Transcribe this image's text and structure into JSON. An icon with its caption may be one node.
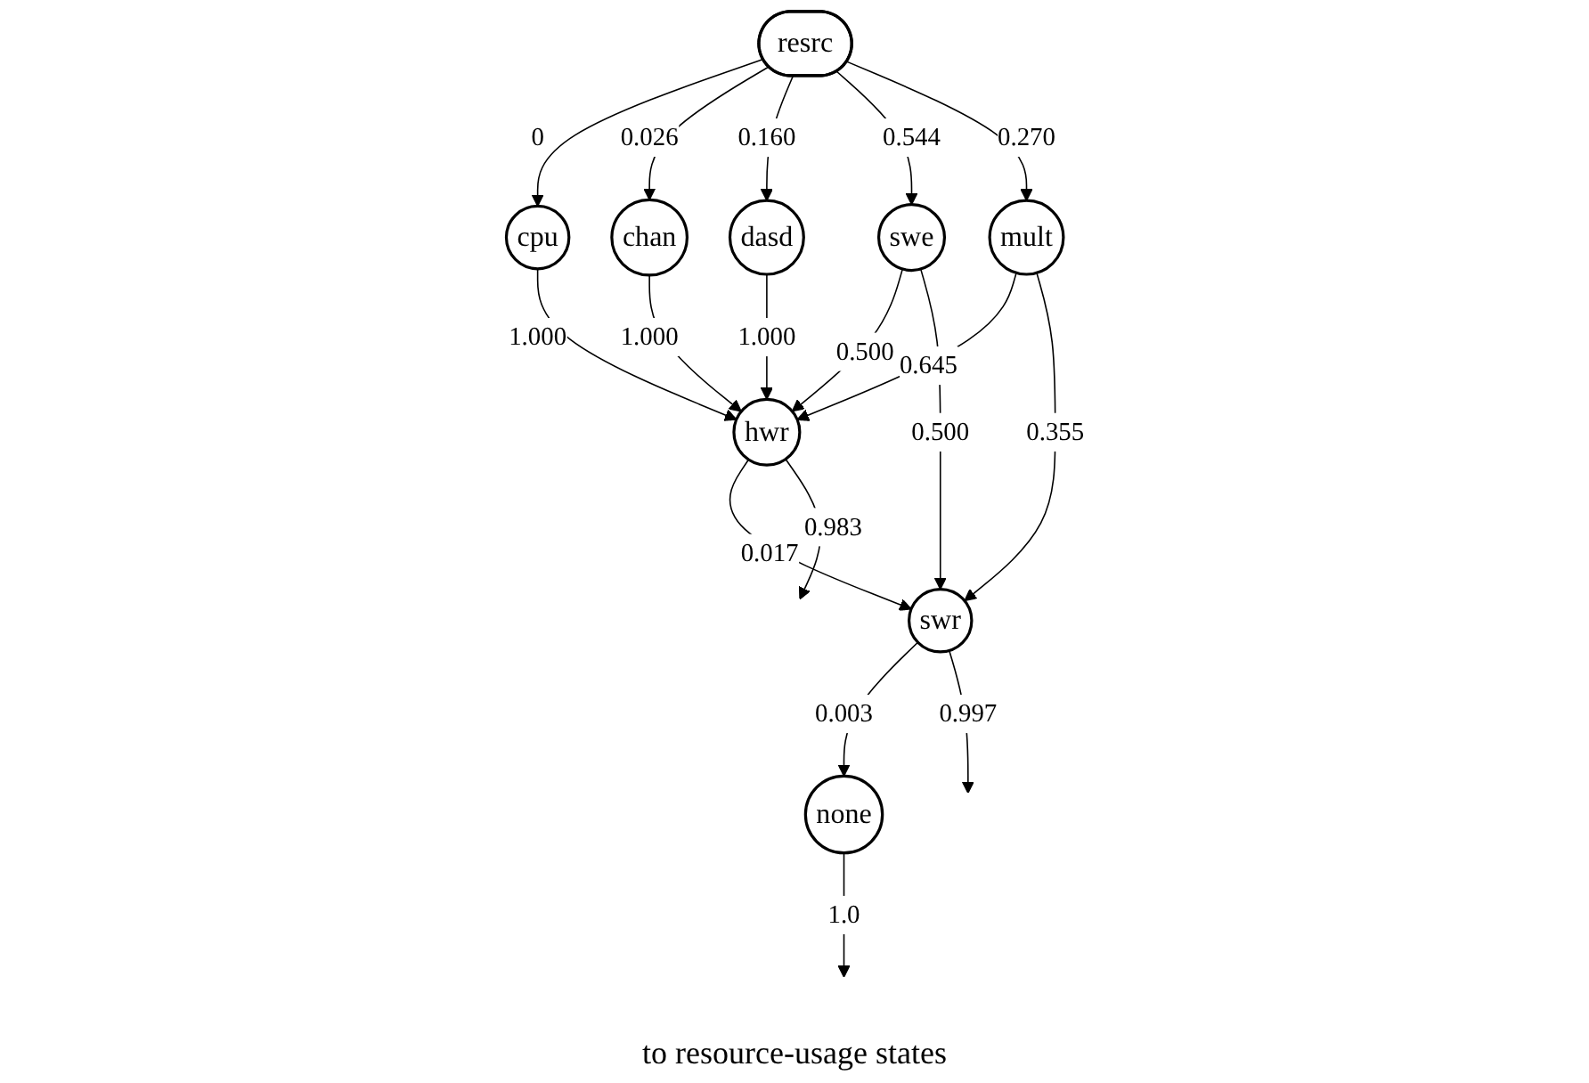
{
  "diagram": {
    "nodes": [
      {
        "text": [
          "resrc"
        ]
      },
      {
        "text": [
          "cpu"
        ]
      },
      {
        "text": [
          "chan"
        ]
      },
      {
        "text": [
          "dasd"
        ]
      },
      {
        "text": [
          "swe"
        ]
      },
      {
        "text": [
          "mult"
        ]
      },
      {
        "text": [
          "hwr"
        ]
      },
      {
        "text": [
          "swr"
        ]
      },
      {
        "text": [
          "none"
        ]
      }
    ],
    "edges": [
      {
        "from": 0,
        "to": 1,
        "arrow": "to",
        "label": "0"
      },
      {
        "from": 0,
        "to": 2,
        "arrow": "to",
        "label": "0.026"
      },
      {
        "from": 0,
        "to": 3,
        "arrow": "to",
        "label": "0.160"
      },
      {
        "from": 0,
        "to": 4,
        "arrow": "to",
        "label": "0.544"
      },
      {
        "from": 0,
        "to": 5,
        "arrow": "to",
        "label": "0.270"
      },
      {
        "from": 1,
        "to": 6,
        "arrow": "to",
        "label": "1.000"
      },
      {
        "from": 2,
        "to": 6,
        "arrow": "to",
        "label": "1.000"
      },
      {
        "from": 3,
        "to": 6,
        "arrow": "to",
        "label": "1.000"
      },
      {
        "from": 4,
        "to": 6,
        "arrow": "to",
        "label": "0.500"
      },
      {
        "from": 4,
        "to": 7,
        "arrow": "to",
        "label": "0.500"
      },
      {
        "from": 5,
        "to": 6,
        "arrow": "to",
        "label": "0.645"
      },
      {
        "from": 5,
        "to": 7,
        "arrow": "to",
        "label": "0.355"
      },
      {
        "from": 6,
        "to": 7,
        "arrow": "to",
        "label": "0.017"
      },
      {
        "from": 7,
        "to": 8,
        "arrow": "to",
        "label": "0.003"
      },
      {
        "from": 6,
        "to": null,
        "arrow": "to",
        "label": "0.983"
      },
      {
        "from": 7,
        "to": null,
        "arrow": "to",
        "label": "0.997"
      },
      {
        "from": 8,
        "to": null,
        "arrow": "to",
        "label": "1.0"
      }
    ],
    "labels": [
      "to resource-usage states"
    ]
  }
}
